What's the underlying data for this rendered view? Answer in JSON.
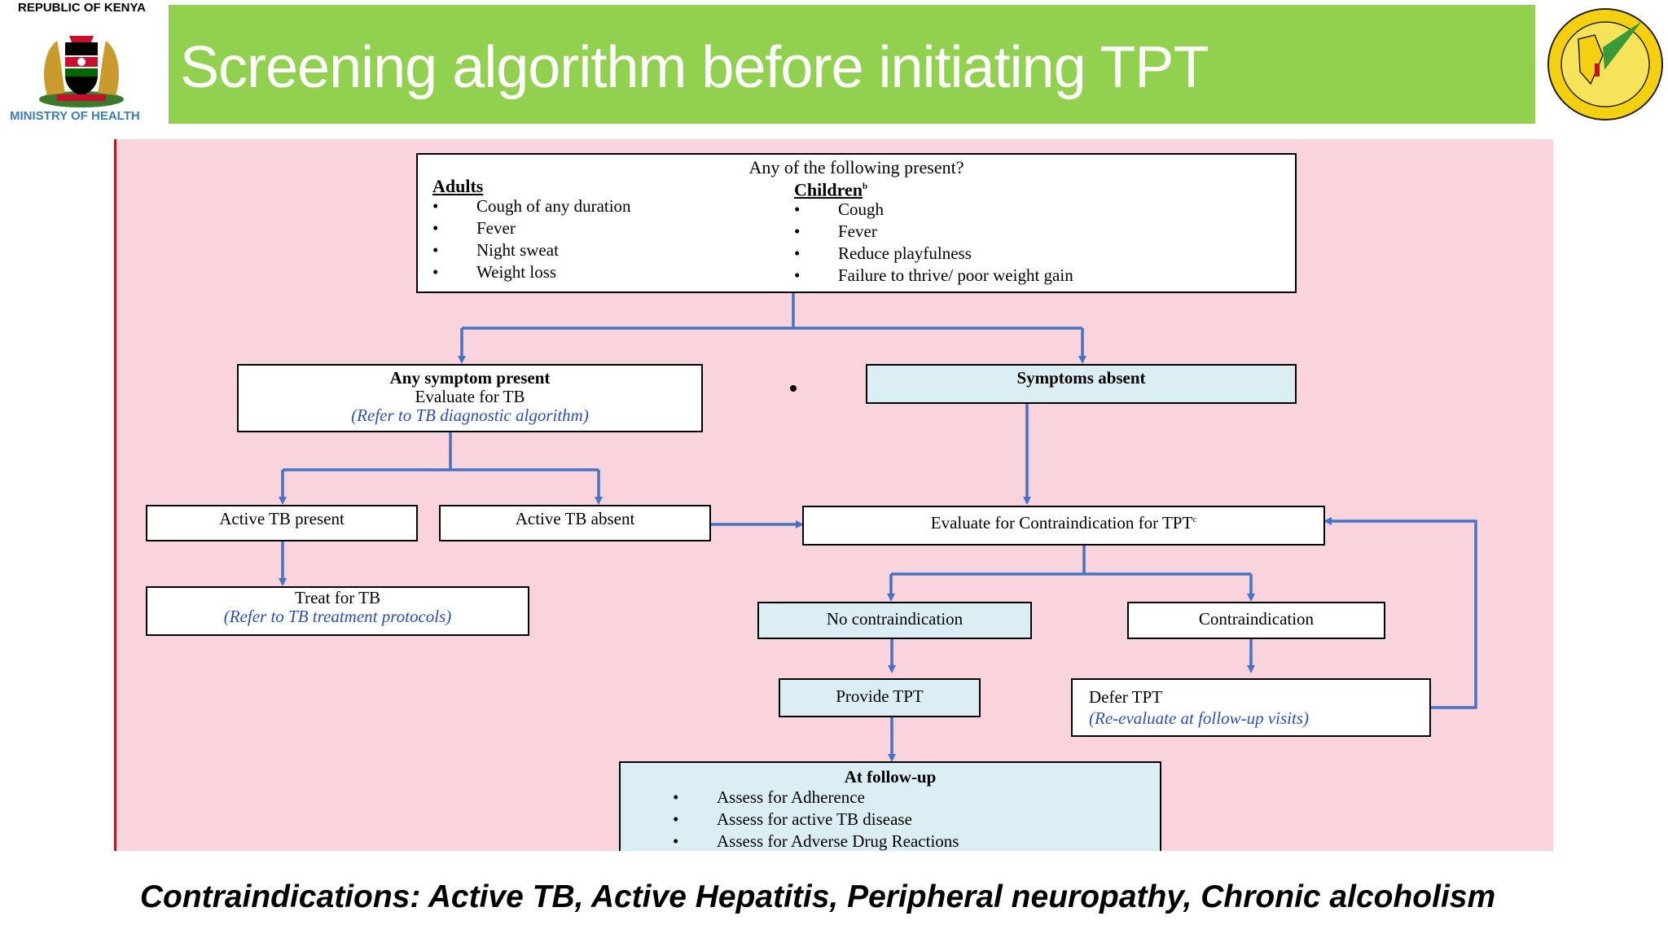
{
  "header": {
    "country": "REPUBLIC OF KENYA",
    "ministry": "MINISTRY OF HEALTH",
    "title": "Screening algorithm before initiating TPT",
    "coat_of_arms_icon": "kenya-coat-of-arms-icon",
    "program_logo_icon": "ntlp-logo-icon",
    "title_bar_color": "#92d050"
  },
  "flowchart": {
    "screening": {
      "heading": "Any of the following present?",
      "adults_label": "Adults",
      "adults": [
        "Cough of any duration",
        "Fever",
        "Night sweat",
        "Weight loss"
      ],
      "children_label": "Children",
      "children_note": "b",
      "children": [
        "Cough",
        "Fever",
        "Reduce playfulness",
        "Failure to thrive/ poor weight gain"
      ]
    },
    "symptom_present": {
      "line1": "Any symptom present",
      "line2": "Evaluate for TB",
      "ref": "(Refer to TB diagnostic algorithm)"
    },
    "symptoms_absent": "Symptoms absent",
    "active_tb_present": "Active TB present",
    "active_tb_absent": "Active TB absent",
    "treat_tb": {
      "line1": "Treat for TB",
      "ref": "(Refer to TB treatment protocols)"
    },
    "evaluate_contra": "Evaluate for Contraindication for TPT",
    "evaluate_contra_note": "c",
    "no_contra": "No contraindication",
    "contra": "Contraindication",
    "provide_tpt": "Provide TPT",
    "defer_tpt": {
      "line1": "Defer TPT",
      "ref": "(Re-evaluate at follow-up visits)"
    },
    "follow_up": {
      "heading": "At follow-up",
      "items": [
        "Assess for Adherence",
        "Assess for active TB disease",
        "Assess for Adverse Drug Reactions"
      ]
    }
  },
  "footer": "Contraindications: Active TB, Active Hepatitis, Peripheral neuropathy, Chronic alcoholism",
  "colors": {
    "panel": "#f9d4dc",
    "connector": "#4472c4",
    "blue_box": "#daeef3"
  }
}
